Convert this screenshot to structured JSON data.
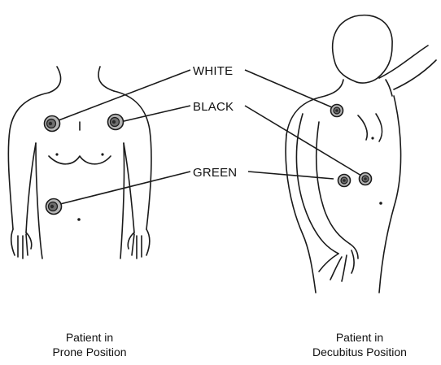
{
  "labels": {
    "white": "WHITE",
    "black": "BLACK",
    "green": "GREEN"
  },
  "captions": {
    "left_line1": "Patient in",
    "left_line2": "Prone Position",
    "right_line1": "Patient in",
    "right_line2": "Decubitus Position"
  },
  "colors": {
    "line": "#1a1a1a",
    "electrode_fill": "#b5b5b5",
    "electrode_core": "#6e6e6e",
    "background": "#ffffff"
  }
}
